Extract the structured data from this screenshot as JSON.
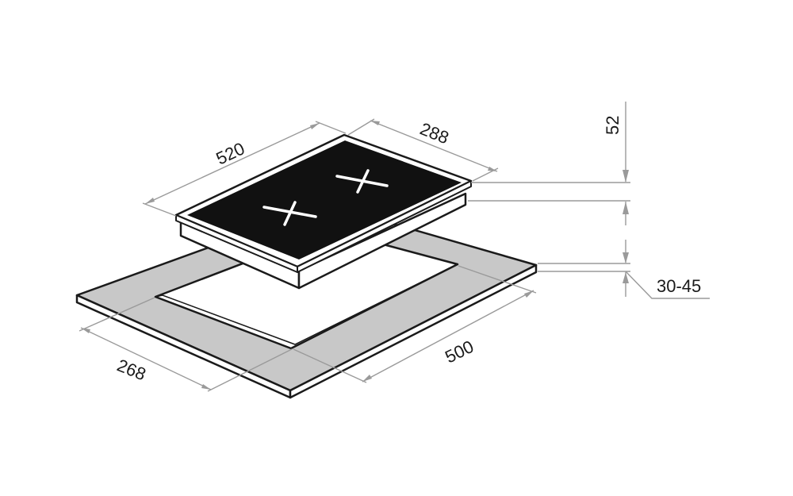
{
  "diagram": {
    "dimensions": {
      "hob_length": "520",
      "hob_depth": "288",
      "hob_height": "52",
      "worktop_thickness": "30-45",
      "cutout_depth": "268",
      "cutout_length": "500"
    },
    "colors": {
      "cooktop_glass": "#111111",
      "worktop_fill": "#c8c8c8",
      "outline": "#1a1a1a",
      "dimension_line": "#9a9a9a",
      "burner_mark": "#ffffff"
    }
  }
}
